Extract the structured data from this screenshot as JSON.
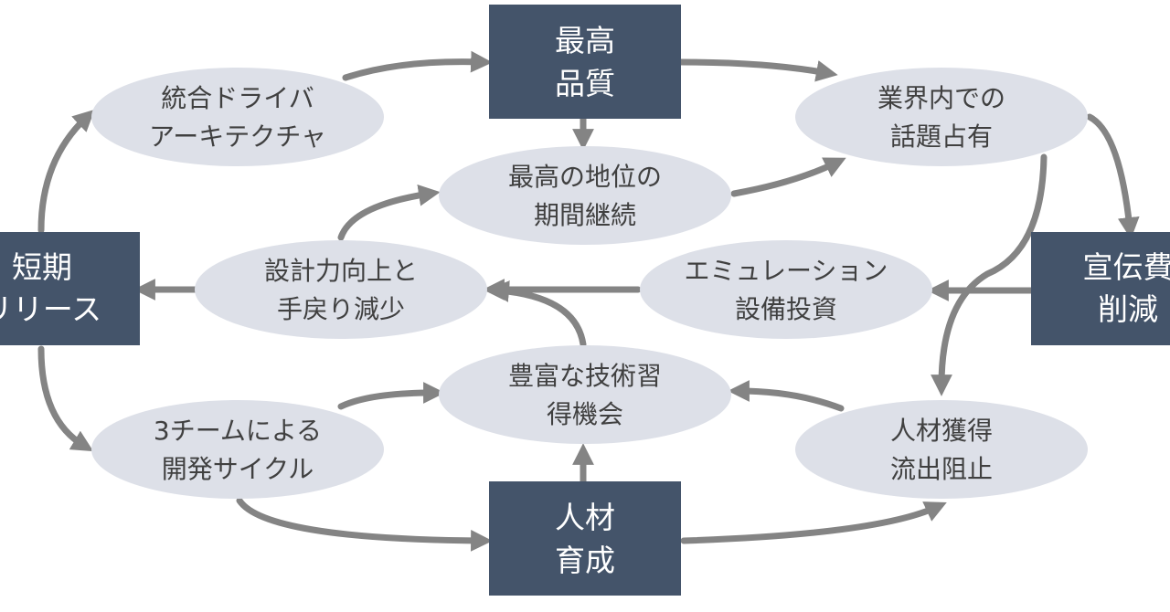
{
  "nodes": {
    "top_quality": {
      "line1": "最高",
      "line2": "品質"
    },
    "talent_development": {
      "line1": "人材",
      "line2": "育成"
    },
    "short_release": {
      "line1": "短期",
      "line2": "リリース"
    },
    "ad_cost_reduction": {
      "line1": "宣伝費",
      "line2": "削減"
    },
    "integrated_driver": {
      "line1": "統合ドライバ",
      "line2": "アーキテクチャ"
    },
    "industry_buzz": {
      "line1": "業界内での",
      "line2": "話題占有"
    },
    "sustained_top": {
      "line1": "最高の地位の",
      "line2": "期間継続"
    },
    "design_skill": {
      "line1": "設計力向上と",
      "line2": "手戻り減少"
    },
    "emulation_investment": {
      "line1": "エミュレーション",
      "line2": "設備投資"
    },
    "tech_learning": {
      "line1": "豊富な技術習",
      "line2": "得機会"
    },
    "three_team_cycle": {
      "line1": "3チームによる",
      "line2": "開発サイクル"
    },
    "talent_retention": {
      "line1": "人材獲得",
      "line2": "流出阻止"
    }
  },
  "colors": {
    "box_fill": "#44546a",
    "oval_fill": "#dde0e8",
    "arrow": "#848484",
    "box_text": "#ffffff",
    "oval_text": "#404040"
  }
}
